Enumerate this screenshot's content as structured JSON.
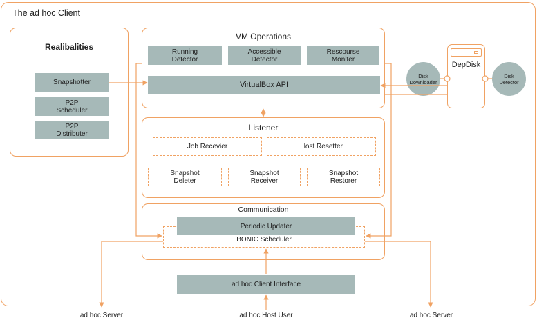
{
  "client_title": "The ad hoc Client",
  "reliabilities": {
    "title": "Realibalities",
    "items": [
      "Snapshotter",
      "P2P\nScheduler",
      "P2P\nDistributer"
    ]
  },
  "vm_operations": {
    "title": "VM Operations",
    "detectors": [
      "Running\nDetector",
      "Accessible\nDetector",
      "Rescourse\nMoniter"
    ],
    "api": "VirtualBox API"
  },
  "depdisk": {
    "title": "DepDisk",
    "downloader": "Disk\nDownloader",
    "detector": "Disk\nDetector"
  },
  "listener": {
    "title": "Listener",
    "row1": [
      "Job Recevier",
      "I lost Resetter"
    ],
    "row2": [
      "Snapshot\nDeleter",
      "Snapshot\nReceiver",
      "Snapshot\nRestorer"
    ]
  },
  "communication": {
    "title": "Communication",
    "updater": "Periodic Updater",
    "scheduler": "BONIC Scheduler"
  },
  "client_interface": "ad hoc Client Interface",
  "external": {
    "left": "ad hoc Server",
    "center": "ad hoc Host User",
    "right": "ad hoc Server"
  },
  "colors": {
    "accent": "#f0a263",
    "block": "#a6b9b8"
  }
}
